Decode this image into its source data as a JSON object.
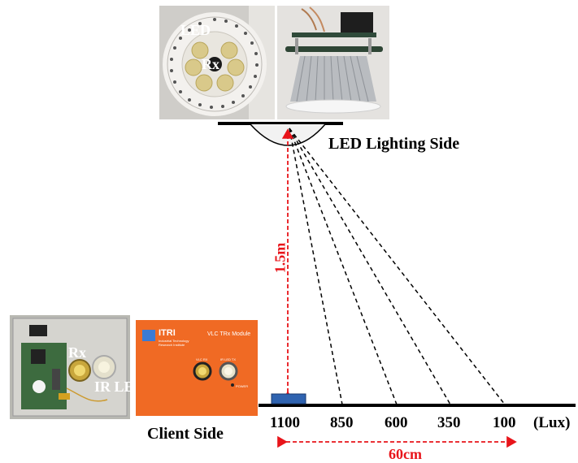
{
  "led_photo": {
    "label_led": "LED",
    "label_rx": "Rx"
  },
  "lighting_label": "LED Lighting Side",
  "height_label": "1.5m",
  "client_photo": {
    "label_rx": "Rx",
    "label_ir": "IR LED",
    "module_brand": "ITRI",
    "module_org": "Industrial Technology Research Institute",
    "module_title": "VLC TRx Module",
    "port_vlc": "VLC RX",
    "port_ir": "IR LED TX",
    "power": "POWER"
  },
  "client_label": "Client Side",
  "lux_points": [
    {
      "value": "1100"
    },
    {
      "value": "850"
    },
    {
      "value": "600"
    },
    {
      "value": "350"
    },
    {
      "value": "100"
    }
  ],
  "lux_unit": "(Lux)",
  "distance_label": "60cm",
  "colors": {
    "dim_arrow": "#e8141a",
    "module_orange": "#f06a24",
    "receiver_blue": "#2f63b0"
  }
}
